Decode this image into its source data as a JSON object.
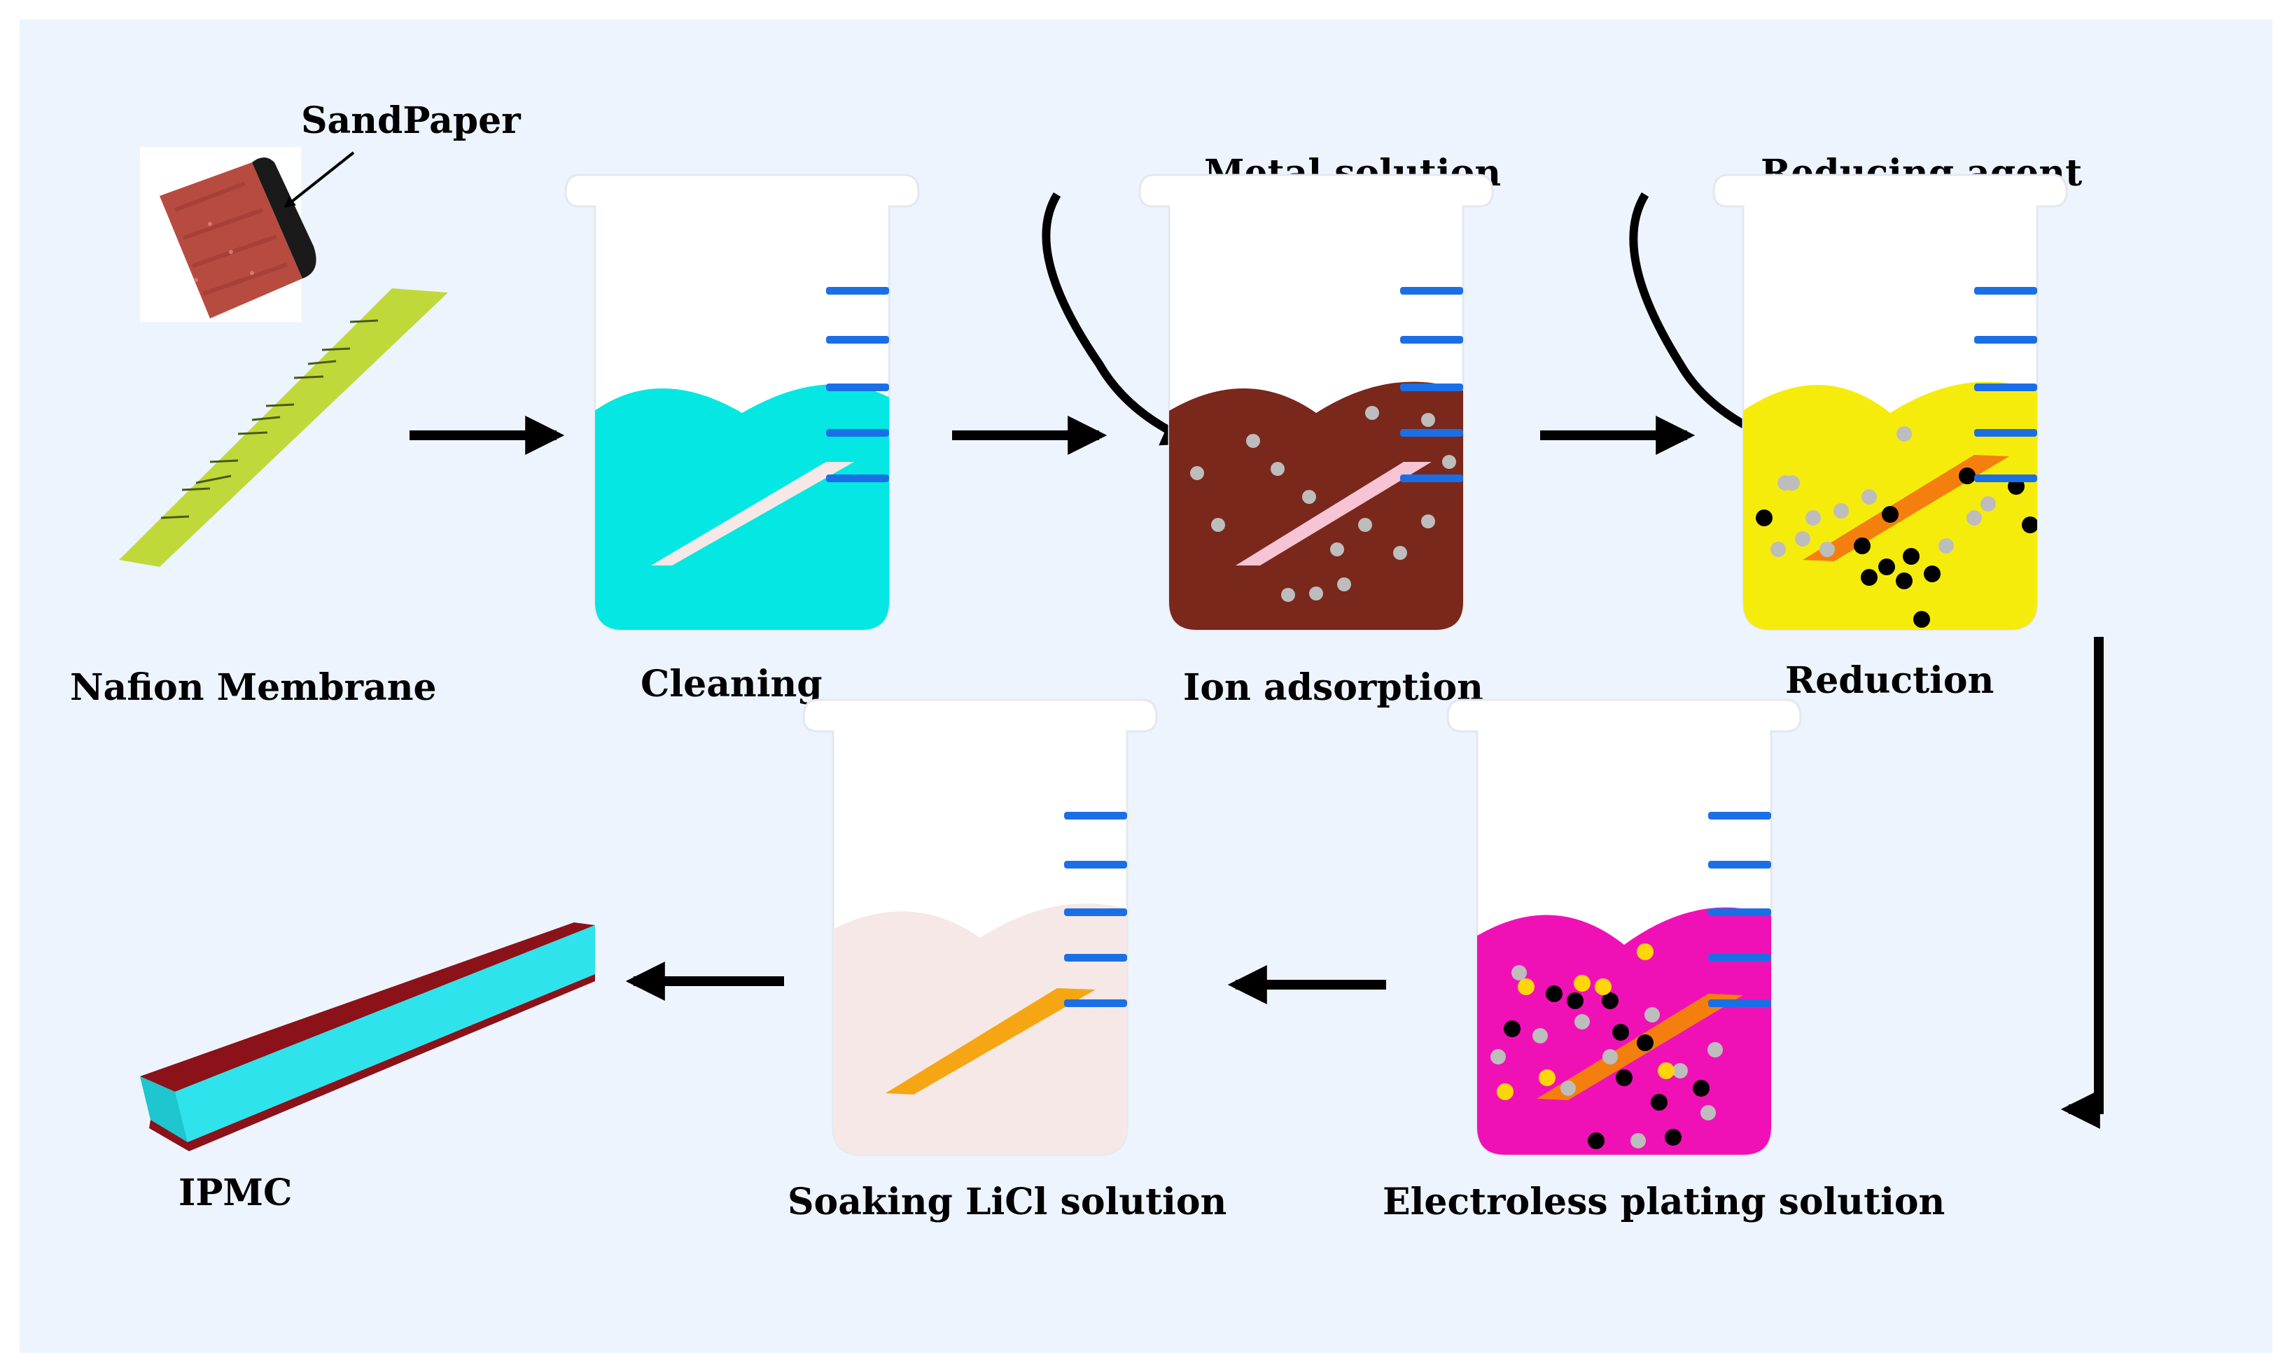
{
  "labels": {
    "sandpaper": "SandPaper",
    "metal_solution": "Metal solution",
    "reducing_agent": "Reducing agent",
    "nafion_membrane": "Nafion Membrane",
    "cleaning": "Cleaning",
    "ion_adsorption": "Ion adsorption",
    "reduction": "Reduction",
    "ipmc": "IPMC",
    "soaking": "Soaking LiCl solution",
    "electroless": "Electroless plating solution"
  },
  "colors": {
    "background": "#edf4fd",
    "cleaning_liquid": "#04e7e2",
    "ion_liquid": "#7a271c",
    "reduction_liquid": "#f6ec0b",
    "soaking_liquid": "#f5e8e6",
    "electroless_liquid": "#f011b6",
    "graduation": "#1b6fe6",
    "membrane": "#c0d93a",
    "sandpaper": "#b84b40",
    "ipmc_top": "#8b1218",
    "ipmc_core": "#2fe3ec",
    "arrow": "#000000"
  }
}
